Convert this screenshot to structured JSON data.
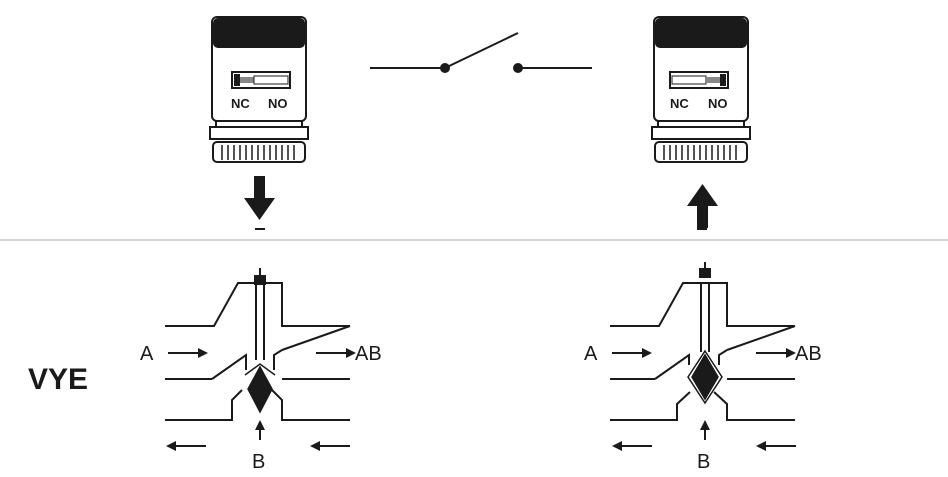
{
  "diagram": {
    "series_label": "VYE",
    "actuators": [
      {
        "id": "left",
        "switch_left": "NC",
        "switch_right": "NO",
        "arrow_direction": "down"
      },
      {
        "id": "right",
        "switch_left": "NC",
        "switch_right": "NO",
        "arrow_direction": "up"
      }
    ],
    "valves": [
      {
        "id": "left",
        "port_a": "A",
        "port_ab": "AB",
        "port_b": "B",
        "plug_position": "down"
      },
      {
        "id": "right",
        "port_a": "A",
        "port_ab": "AB",
        "port_b": "B",
        "plug_position": "up"
      }
    ],
    "switch_symbol": {
      "state": "open"
    },
    "colors": {
      "line": "#1a1a1a",
      "fill": "#1a1a1a",
      "body": "#ffffff",
      "divider": "#c8c8c8"
    }
  }
}
